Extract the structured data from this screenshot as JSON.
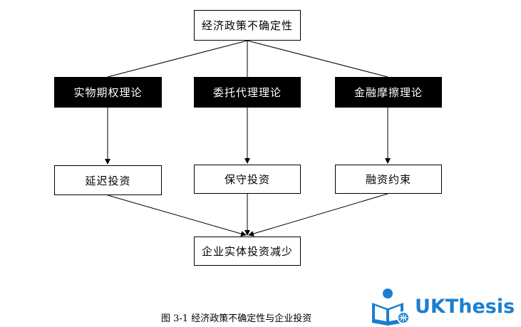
{
  "diagram": {
    "top": "经济政策不确定性",
    "theories": [
      "实物期权理论",
      "委托代理理论",
      "金融摩擦理论"
    ],
    "effects": [
      "延迟投资",
      "保守投资",
      "融资约束"
    ],
    "bottom": "企业实体投资减少"
  },
  "caption": "图 3-1  经济政策不确定性与企业投资",
  "logo": {
    "text": "UKThesis",
    "color": "#1a7fd1"
  }
}
